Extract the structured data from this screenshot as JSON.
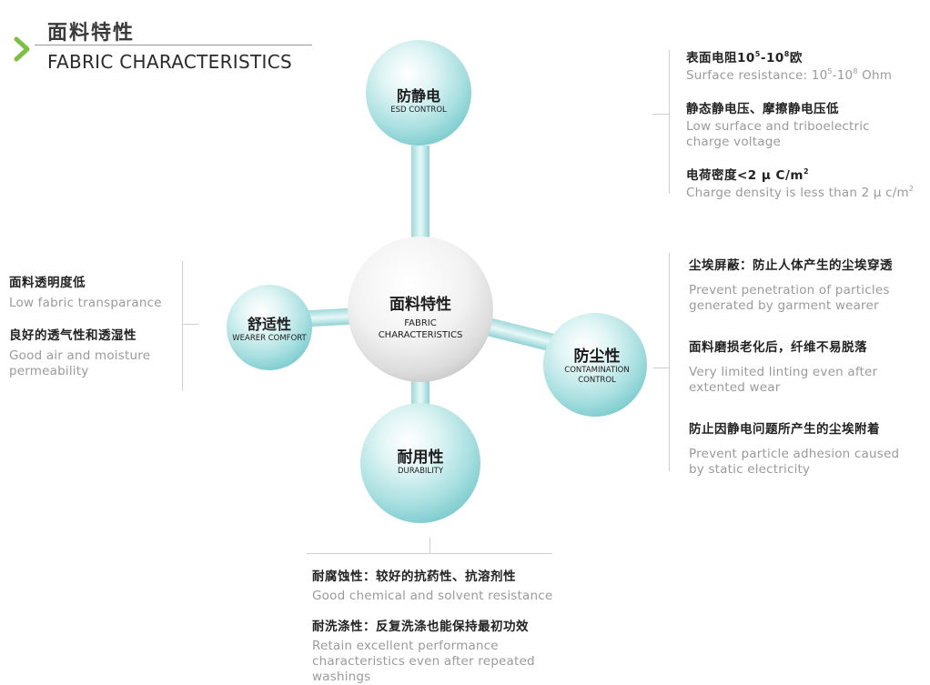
{
  "header": {
    "title_cn": "面料特性",
    "title_en": "FABRIC CHARACTERISTICS"
  },
  "spheres": {
    "center": {
      "cn": "面料特性",
      "en1": "FABRIC",
      "en2": "CHARACTERISTICS"
    },
    "esd": {
      "cn": "防静电",
      "en": "ESD CONTROL"
    },
    "comfort": {
      "cn": "舒适性",
      "en": "WEARER COMFORT"
    },
    "contamination": {
      "cn": "防尘性",
      "en1": "CONTAMINATION",
      "en2": "CONTROL"
    },
    "durability": {
      "cn": "耐用性",
      "en": "DURABILITY"
    }
  },
  "esd_block": {
    "item1_cn_a": "表面电阻10",
    "item1_cn_sup1": "5",
    "item1_cn_b": "-10",
    "item1_cn_sup2": "8",
    "item1_cn_c": "欧",
    "item1_en_a": "Surface resistance: 10",
    "item1_en_sup1": "5",
    "item1_en_b": "-10",
    "item1_en_sup2": "8",
    "item1_en_c": " Ohm",
    "item2_cn": "静态静电压、摩擦静电压低",
    "item2_en": "Low surface and triboelectric charge voltage",
    "item3_cn_a": "电荷密度<2 μ C/m",
    "item3_cn_sup": "2",
    "item3_en_a": "Charge density is less than 2 μ c/m",
    "item3_en_sup": "2"
  },
  "comfort_block": {
    "item1_cn": "面料透明度低",
    "item1_en": "Low fabric transparance",
    "item2_cn": "良好的透气性和透湿性",
    "item2_en": "Good air and moisture permeability"
  },
  "contamination_block": {
    "item1_cn": "尘埃屏蔽：防止人体产生的尘埃穿透",
    "item1_en": "Prevent penetration of particles generated by garment wearer",
    "item2_cn": "面料磨损老化后，纤维不易脱落",
    "item2_en": "Very limited linting even after extented wear",
    "item3_cn": "防止因静电问题所产生的尘埃附着",
    "item3_en": "Prevent particle adhesion caused by static electricity"
  },
  "durability_block": {
    "item1_cn": "耐腐蚀性：较好的抗药性、抗溶剂性",
    "item1_en": "Good chemical and solvent resistance",
    "item2_cn": "耐洗涤性：反复洗涤也能保持最初功效",
    "item2_en": "Retain excellent performance characteristics even after repeated washings"
  },
  "colors": {
    "accent_green": "#7cc242",
    "sphere_teal": "#bfe8e8",
    "sphere_teal_dark": "#6fc6c8",
    "center_white": "#f4f4f4",
    "muted_text": "#9a9a9a"
  }
}
